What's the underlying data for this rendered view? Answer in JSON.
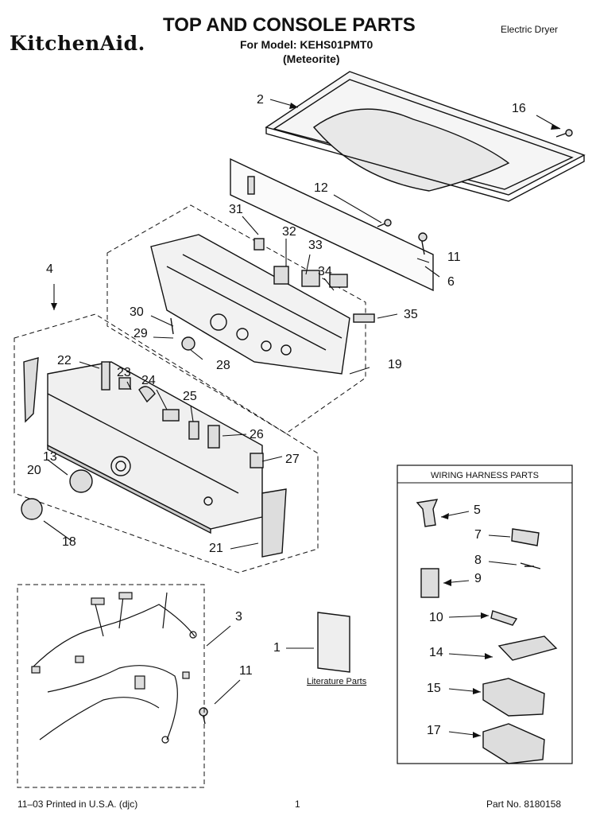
{
  "header": {
    "brand": "KitchenAid.",
    "title": "TOP AND CONSOLE PARTS",
    "model_line": "For Model: KEHS01PMT0",
    "variant": "(Meteorite)",
    "category": "Electric Dryer"
  },
  "callouts": {
    "c1": "1",
    "c2": "2",
    "c3": "3",
    "c4": "4",
    "c5": "5",
    "c6": "6",
    "c7": "7",
    "c8": "8",
    "c9": "9",
    "c10": "10",
    "c11a": "11",
    "c11b": "11",
    "c12": "12",
    "c13": "13",
    "c14": "14",
    "c15": "15",
    "c16": "16",
    "c17": "17",
    "c18": "18",
    "c19": "19",
    "c20": "20",
    "c21": "21",
    "c22": "22",
    "c23": "23",
    "c24": "24",
    "c25": "25",
    "c26": "26",
    "c27": "27",
    "c28": "28",
    "c29": "29",
    "c30": "30",
    "c31": "31",
    "c32": "32",
    "c33": "33",
    "c34": "34",
    "c35": "35"
  },
  "wiring_panel": {
    "title": "WIRING HARNESS PARTS"
  },
  "literature": {
    "label": "Literature Parts"
  },
  "footer": {
    "printed": "11–03 Printed in U.S.A. (djc)",
    "page": "1",
    "part_no": "Part No. 8180158"
  }
}
